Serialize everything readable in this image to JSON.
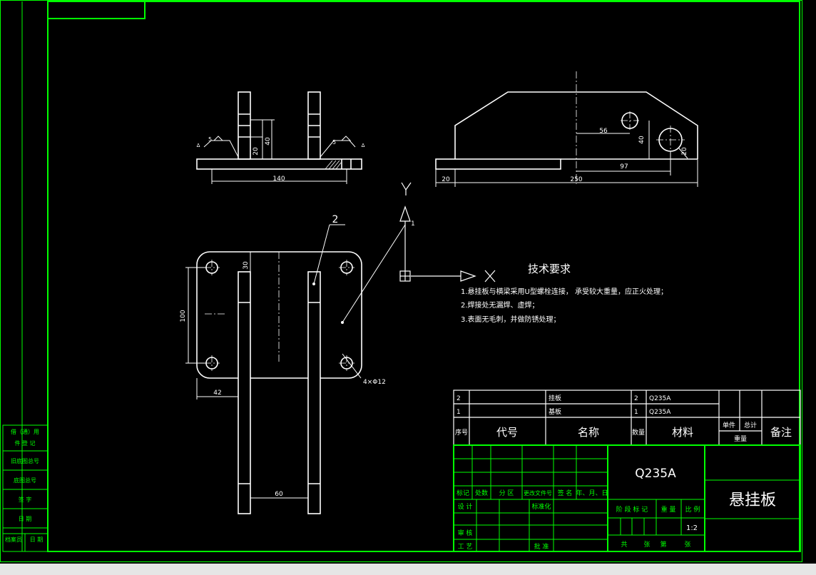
{
  "colors": {
    "background": "#000000",
    "frame": "#00ff00",
    "lines": "#ffffff",
    "bottom_strip": "#e6e6e6"
  },
  "dimensions": {
    "front_height_inner": "20",
    "front_height_outer": "40",
    "front_width": "140",
    "front_weld_left": "5",
    "front_weld_right": "5",
    "front_weld_symbol": "Δ",
    "side_hole_pos": "56",
    "side_hole_height": "40",
    "side_hole_dia": "20",
    "side_hole_dist": "97",
    "side_offset": "20",
    "side_length": "250",
    "plan_offset": "30",
    "plan_height": "100",
    "plan_width": "42",
    "plan_holes": "4×Φ12",
    "plan_gap": "60",
    "leader_part": "2",
    "leader_base": "1"
  },
  "axes": {
    "y_label": "Y",
    "x_label": "X"
  },
  "tech": {
    "title": "技术要求",
    "items": [
      "1.悬挂板与横梁采用U型螺栓连接， 承受较大重量，应正火处理；",
      "2.焊接处无漏焊、虚焊；",
      "3.表面无毛刺，并做防锈处理；"
    ]
  },
  "bom": {
    "rows": [
      {
        "no": "2",
        "name": "挂板",
        "qty": "2",
        "material": "Q235A"
      },
      {
        "no": "1",
        "name": "基板",
        "qty": "1",
        "material": "Q235A"
      }
    ],
    "header": {
      "no": "序号",
      "code": "代号",
      "name": "名称",
      "qty": "数量",
      "material": "材料",
      "unit": "单件",
      "total": "总计",
      "weight": "重量",
      "remark": "备注"
    }
  },
  "title_block": {
    "material": "Q235A",
    "part_name": "悬挂板",
    "scale": "1:2",
    "rev_labels": [
      "标记",
      "处数",
      "分 区",
      "更改文件号",
      "签 名",
      "年、月、日"
    ],
    "row_labels": {
      "design": "设 计",
      "standard": "标准化",
      "review": "审 核",
      "process": "工 艺",
      "approve": "批 准"
    },
    "stage_labels": {
      "stage": "阶 段 标 记",
      "weight": "重 量",
      "scale": "比 例"
    },
    "sheet_labels": {
      "total": "共",
      "sheet1": "张",
      "no": "第",
      "sheet2": "张"
    }
  },
  "side_panel": [
    "借（通）用",
    "件 登 记",
    "旧底图总号",
    "底图总号",
    "签 字",
    "日 期",
    "档案员",
    "日 期"
  ]
}
